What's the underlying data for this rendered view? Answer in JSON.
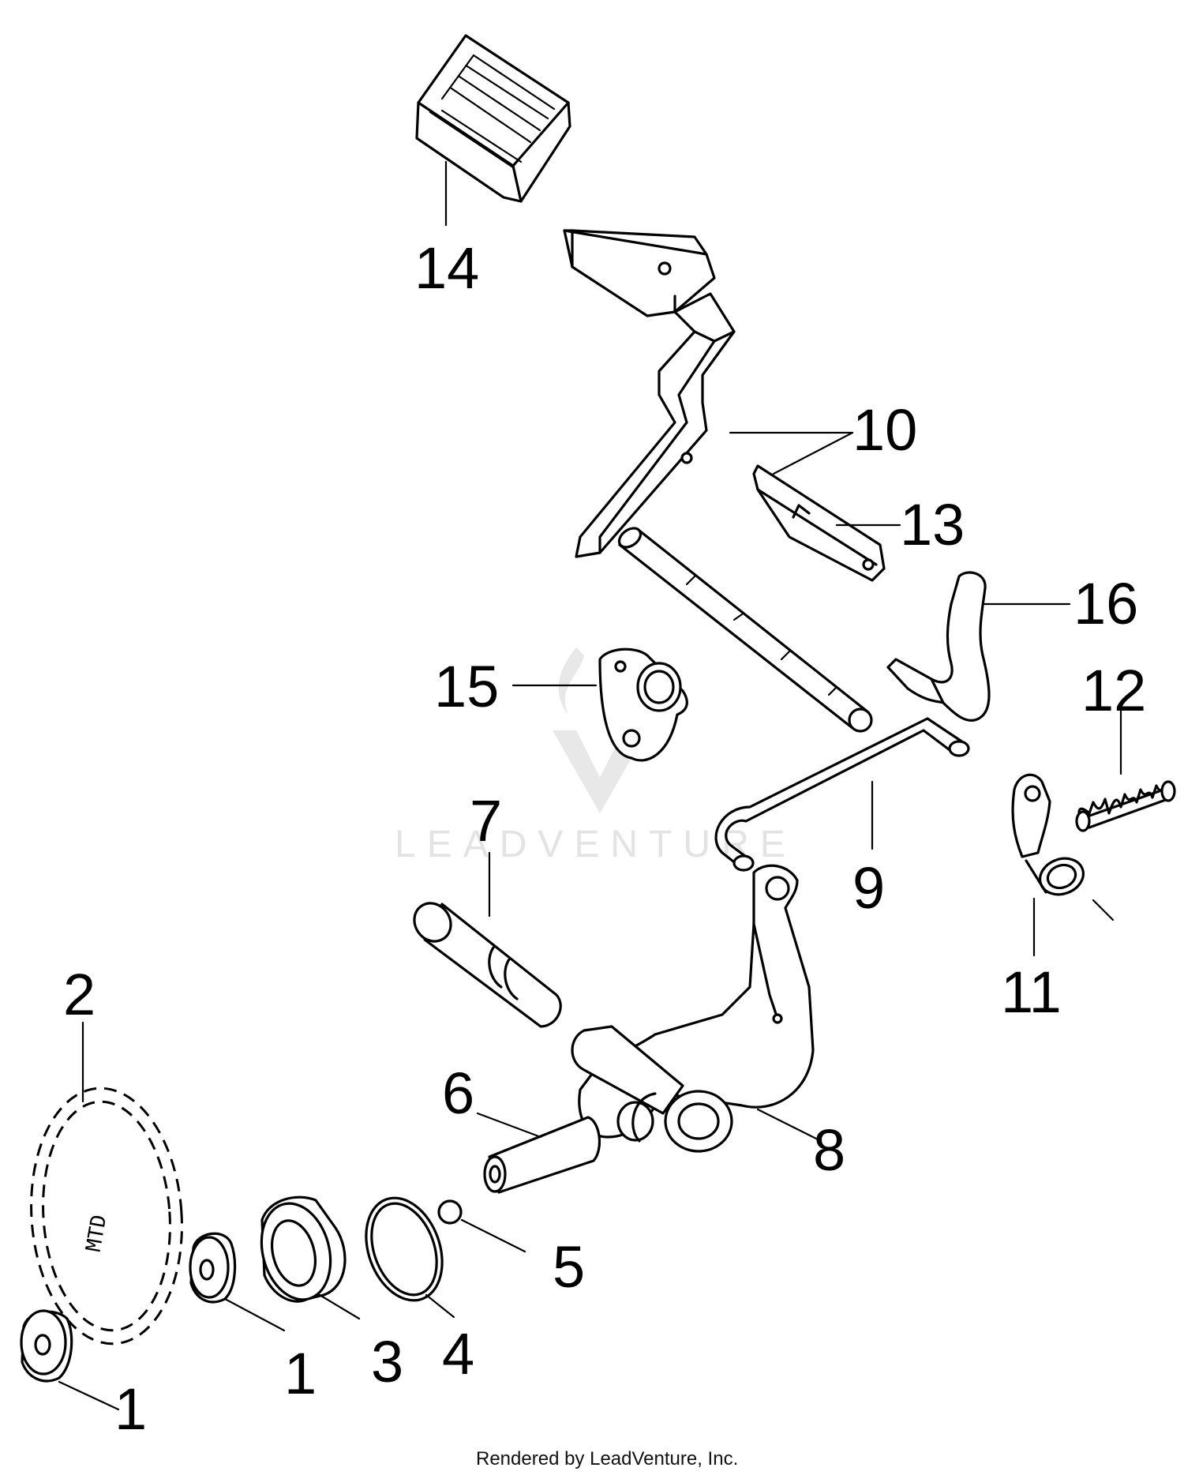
{
  "watermark": {
    "brand": "LEADVENTURE"
  },
  "footer": {
    "text": "Rendered by LeadVenture, Inc."
  },
  "callouts": [
    {
      "id": "1a",
      "label": "1"
    },
    {
      "id": "1b",
      "label": "1"
    },
    {
      "id": "2",
      "label": "2"
    },
    {
      "id": "3",
      "label": "3"
    },
    {
      "id": "4",
      "label": "4"
    },
    {
      "id": "5",
      "label": "5"
    },
    {
      "id": "6",
      "label": "6"
    },
    {
      "id": "7",
      "label": "7"
    },
    {
      "id": "8",
      "label": "8"
    },
    {
      "id": "9",
      "label": "9"
    },
    {
      "id": "10",
      "label": "10"
    },
    {
      "id": "11",
      "label": "11"
    },
    {
      "id": "12",
      "label": "12"
    },
    {
      "id": "13",
      "label": "13"
    },
    {
      "id": "14",
      "label": "14"
    },
    {
      "id": "15",
      "label": "15"
    },
    {
      "id": "16",
      "label": "16"
    }
  ],
  "decal": {
    "text": "MTD"
  },
  "colors": {
    "ink": "#000000",
    "paper": "#ffffff",
    "watermark": "#e3e3e3"
  }
}
